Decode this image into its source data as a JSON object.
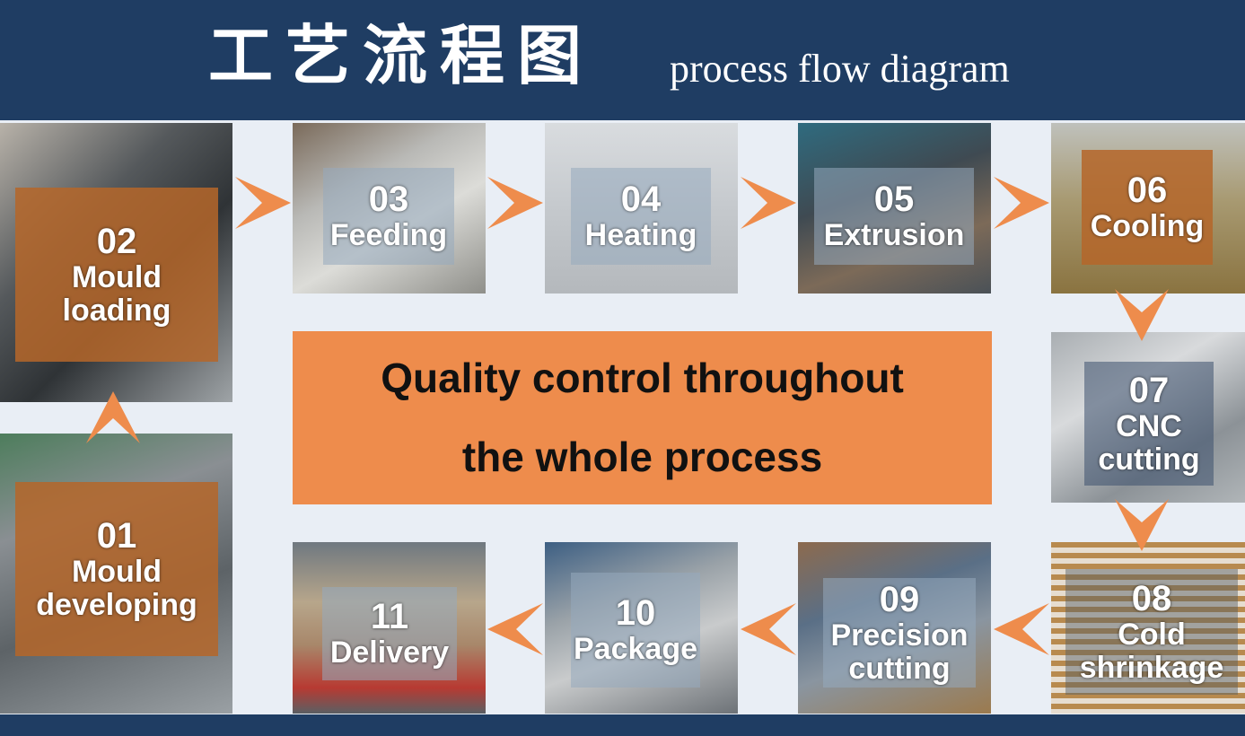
{
  "header": {
    "title_cn": "工艺流程图",
    "title_en": "process flow diagram"
  },
  "center": {
    "line1": "Quality control throughout",
    "line2": "the whole process"
  },
  "steps": [
    {
      "num": "01",
      "name1": "Mould",
      "name2": "developing"
    },
    {
      "num": "02",
      "name1": "Mould",
      "name2": "loading"
    },
    {
      "num": "03",
      "name1": "Feeding",
      "name2": ""
    },
    {
      "num": "04",
      "name1": "Heating",
      "name2": ""
    },
    {
      "num": "05",
      "name1": "Extrusion",
      "name2": ""
    },
    {
      "num": "06",
      "name1": "Cooling",
      "name2": ""
    },
    {
      "num": "07",
      "name1": "CNC",
      "name2": "cutting"
    },
    {
      "num": "08",
      "name1": "Cold",
      "name2": "shrinkage"
    },
    {
      "num": "09",
      "name1": "Precision",
      "name2": "cutting"
    },
    {
      "num": "10",
      "name1": "Package",
      "name2": ""
    },
    {
      "num": "11",
      "name1": "Delivery",
      "name2": ""
    }
  ],
  "colors": {
    "navy": "#1f3d63",
    "orange": "#ee8c4c",
    "background": "#e9eef5"
  }
}
